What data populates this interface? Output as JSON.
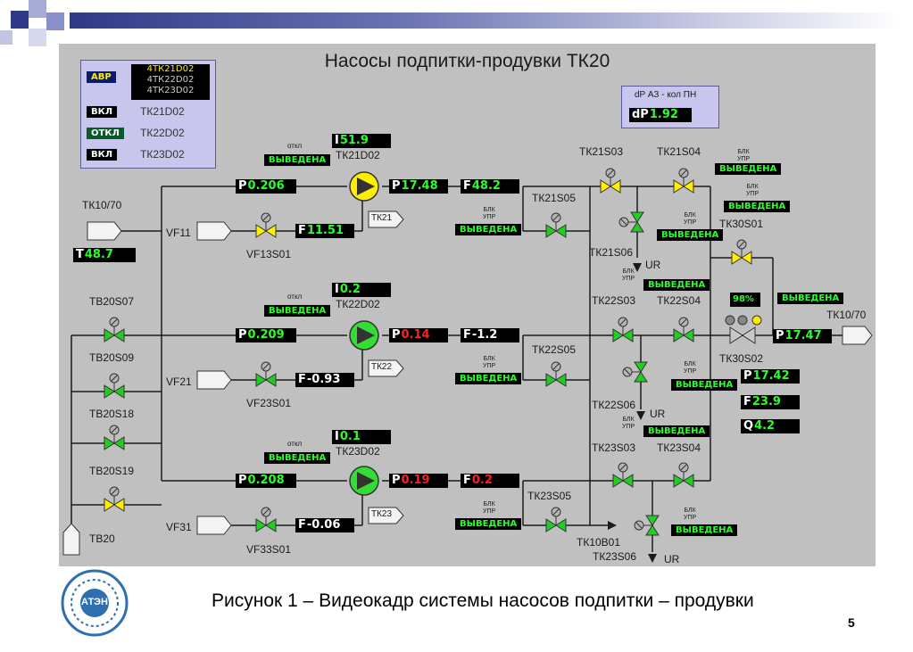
{
  "title": "Насосы подпитки-продувки ТК20",
  "caption": "Рисунок 1 – Видеокадр системы насосов подпитки – продувки",
  "page_number": "5",
  "logo_text": "АТЭН",
  "colors": {
    "panel": "#c0c0c0",
    "display_bg": "#000000",
    "value_green": "#2bff2b",
    "value_red": "#ff2020",
    "valve_yellow": "#ffee00",
    "valve_green": "#22cc22",
    "pump_yellow": "#ffee00",
    "pump_green": "#33dd33",
    "legend_bg": "#c9c6ee"
  },
  "legend": {
    "avr": "АВР",
    "avr_list": [
      "4ТК21D02",
      "4ТК22D02",
      "4ТК23D02"
    ],
    "rows": [
      {
        "state": "ВКЛ",
        "name": "ТК21D02"
      },
      {
        "state": "ОТКЛ",
        "name": "ТК22D02"
      },
      {
        "state": "ВКЛ",
        "name": "ТК23D02"
      }
    ]
  },
  "alarm": {
    "title": "dP АЗ - кол ПН",
    "prefix": "dP",
    "value": "1.92"
  },
  "common": {
    "otkl": "откл",
    "vyvedena": "ВЫВЕДЕНА",
    "blk": "БЛК",
    "upr": "УПР",
    "ur": "UR"
  },
  "labels": {
    "tk10_in": "ТК10/70",
    "tk10_out": "ТК10/70",
    "tb20": "ТВ20",
    "tb20s07": "ТВ20S07",
    "tb20s09": "ТВ20S09",
    "tb20s18": "ТВ20S18",
    "tb20s19": "ТВ20S19",
    "vf11": "VF11",
    "vf21": "VF21",
    "vf31": "VF31",
    "vf13s01": "VF13S01",
    "vf23s01": "VF23S01",
    "vf33s01": "VF33S01",
    "tk21d02": "ТК21D02",
    "tk22d02": "ТК22D02",
    "tk23d02": "ТК23D02",
    "tk21": "ТК21",
    "tk22": "ТК22",
    "tk23": "ТК23",
    "tk21s03": "ТК21S03",
    "tk21s04": "ТК21S04",
    "tk21s05": "ТК21S05",
    "tk21s06": "ТК21S06",
    "tk22s03": "ТК22S03",
    "tk22s04": "ТК22S04",
    "tk22s05": "ТК22S05",
    "tk22s06": "ТК22S06",
    "tk23s03": "ТК23S03",
    "tk23s04": "ТК23S04",
    "tk23s05": "ТК23S05",
    "tk23s06": "ТК23S06",
    "tk30s01": "ТК30S01",
    "tk30s02": "ТК30S02",
    "tk10b01": "ТК10В01"
  },
  "readouts": {
    "t_tk10": {
      "prefix": "Т",
      "value": "48.7"
    },
    "i21": {
      "prefix": "I",
      "value": "51.9"
    },
    "i22": {
      "prefix": "I",
      "value": "0.2"
    },
    "i23": {
      "prefix": "I",
      "value": "0.1"
    },
    "p_in21": {
      "prefix": "P",
      "value": "0.206"
    },
    "p_in22": {
      "prefix": "P",
      "value": "0.209"
    },
    "p_in23": {
      "prefix": "P",
      "value": "0.208"
    },
    "p_out21": {
      "prefix": "P",
      "value": "17.48"
    },
    "p_out22": {
      "prefix": "P",
      "value": "0.14"
    },
    "p_out23": {
      "prefix": "P",
      "value": "0.19"
    },
    "f_out21": {
      "prefix": "F",
      "value": "48.2"
    },
    "f_out22": {
      "prefix": "F",
      "value": "-1.2"
    },
    "f_out23": {
      "prefix": "F",
      "value": "0.2"
    },
    "f_rec21": {
      "prefix": "F",
      "value": "11.51"
    },
    "f_rec22": {
      "prefix": "F",
      "value": "-0.93"
    },
    "f_rec23": {
      "prefix": "F",
      "value": "-0.06"
    },
    "p_tk10": {
      "prefix": "P",
      "value": "17.47"
    },
    "p_final": {
      "prefix": "P",
      "value": "17.42"
    },
    "f_final": {
      "prefix": "F",
      "value": "23.9"
    },
    "q_final": {
      "prefix": "Q",
      "value": "4.2"
    },
    "tk30s02_pct": "98%"
  }
}
